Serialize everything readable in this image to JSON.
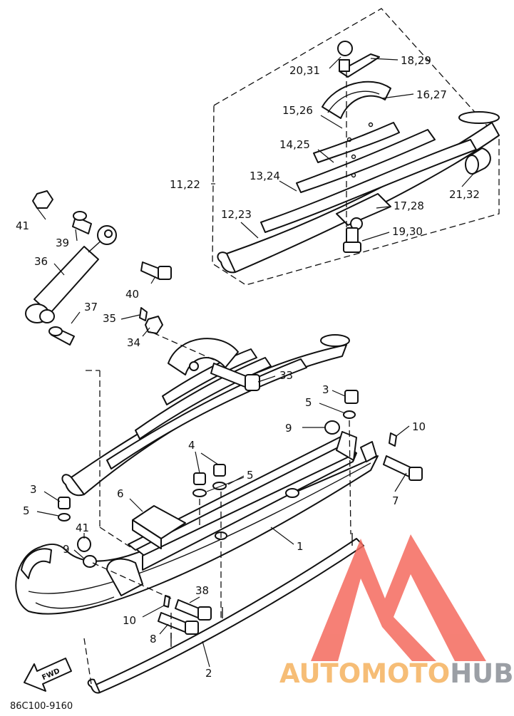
{
  "diagram": {
    "part_code": "86C100-9160",
    "fwd_label": "FWD",
    "callouts": [
      {
        "label": "20,31"
      },
      {
        "label": "18,29"
      },
      {
        "label": "16,27"
      },
      {
        "label": "15,26"
      },
      {
        "label": "14,25"
      },
      {
        "label": "13,24"
      },
      {
        "label": "11,22"
      },
      {
        "label": "12,23"
      },
      {
        "label": "21,32"
      },
      {
        "label": "17,28"
      },
      {
        "label": "19,30"
      },
      {
        "label": "41"
      },
      {
        "label": "39"
      },
      {
        "label": "36"
      },
      {
        "label": "40"
      },
      {
        "label": "37"
      },
      {
        "label": "35"
      },
      {
        "label": "34"
      },
      {
        "label": "33"
      },
      {
        "label": "3"
      },
      {
        "label": "5"
      },
      {
        "label": "9"
      },
      {
        "label": "10"
      },
      {
        "label": "4"
      },
      {
        "label": "5"
      },
      {
        "label": "7"
      },
      {
        "label": "3"
      },
      {
        "label": "6"
      },
      {
        "label": "5"
      },
      {
        "label": "1"
      },
      {
        "label": "41"
      },
      {
        "label": "9"
      },
      {
        "label": "38"
      },
      {
        "label": "10"
      },
      {
        "label": "8"
      },
      {
        "label": "2"
      }
    ]
  },
  "watermark": {
    "brand_part1": "AUTOMOTO",
    "brand_part2": "HUB",
    "colors": {
      "red": "#f46a5e",
      "orange": "#f5b25f",
      "gray": "#8a8f96"
    }
  }
}
